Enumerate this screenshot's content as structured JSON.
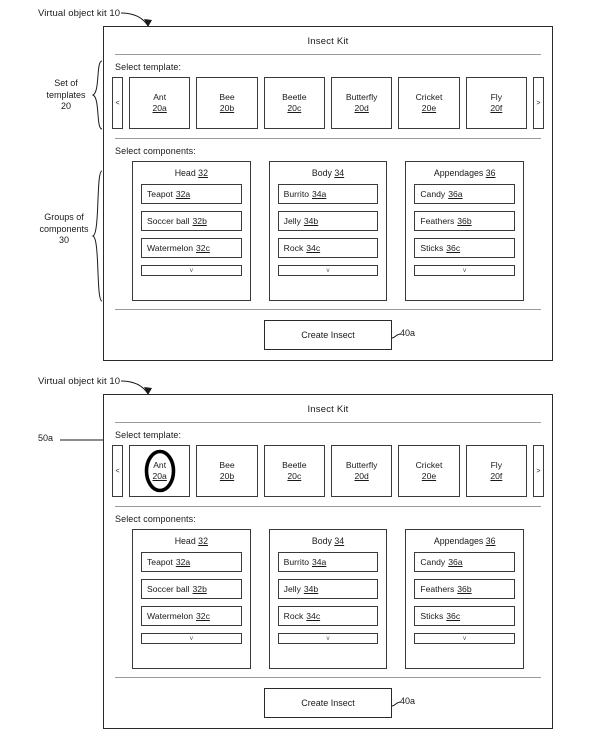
{
  "figures": [
    {
      "id": "figure-top",
      "kit_label": "Virtual object kit 10",
      "panel_title": "Insect Kit",
      "template_section_label": "Select template:",
      "components_section_label": "Select components:",
      "nav_prev_glyph": "<",
      "nav_next_glyph": ">",
      "templates": [
        {
          "name": "Ant",
          "ref": "20a"
        },
        {
          "name": "Bee",
          "ref": "20b"
        },
        {
          "name": "Beetle",
          "ref": "20c"
        },
        {
          "name": "Butterfly",
          "ref": "20d"
        },
        {
          "name": "Cricket",
          "ref": "20e"
        },
        {
          "name": "Fly",
          "ref": "20f"
        }
      ],
      "groups": [
        {
          "title": "Head",
          "ref": "32",
          "more_glyph": "v",
          "items": [
            {
              "name": "Teapot",
              "ref": "32a"
            },
            {
              "name": "Soccer ball",
              "ref": "32b"
            },
            {
              "name": "Watermelon",
              "ref": "32c"
            }
          ]
        },
        {
          "title": "Body",
          "ref": "34",
          "more_glyph": "v",
          "items": [
            {
              "name": "Burrito",
              "ref": "34a"
            },
            {
              "name": "Jelly",
              "ref": "34b"
            },
            {
              "name": "Rock",
              "ref": "34c"
            }
          ]
        },
        {
          "title": "Appendages",
          "ref": "36",
          "more_glyph": "v",
          "items": [
            {
              "name": "Candy",
              "ref": "36a"
            },
            {
              "name": "Feathers",
              "ref": "36b"
            },
            {
              "name": "Sticks",
              "ref": "36c"
            }
          ]
        }
      ],
      "create_button_label": "Create Insect",
      "create_button_ref": "40a",
      "brackets": [
        {
          "label": "Set of\ntemplates\n20",
          "name": "bracket-set-of-templates"
        },
        {
          "label": "Groups of\ncomponents\n30",
          "name": "bracket-groups-of-components"
        }
      ],
      "selection": null
    },
    {
      "id": "figure-bottom",
      "kit_label": "Virtual object kit 10",
      "panel_title": "Insect Kit",
      "template_section_label": "Select template:",
      "components_section_label": "Select components:",
      "nav_prev_glyph": "<",
      "nav_next_glyph": ">",
      "templates": [
        {
          "name": "Ant",
          "ref": "20a"
        },
        {
          "name": "Bee",
          "ref": "20b"
        },
        {
          "name": "Beetle",
          "ref": "20c"
        },
        {
          "name": "Butterfly",
          "ref": "20d"
        },
        {
          "name": "Cricket",
          "ref": "20e"
        },
        {
          "name": "Fly",
          "ref": "20f"
        }
      ],
      "groups": [
        {
          "title": "Head",
          "ref": "32",
          "more_glyph": "v",
          "items": [
            {
              "name": "Teapot",
              "ref": "32a"
            },
            {
              "name": "Soccer ball",
              "ref": "32b"
            },
            {
              "name": "Watermelon",
              "ref": "32c"
            }
          ]
        },
        {
          "title": "Body",
          "ref": "34",
          "more_glyph": "v",
          "items": [
            {
              "name": "Burrito",
              "ref": "34a"
            },
            {
              "name": "Jelly",
              "ref": "34b"
            },
            {
              "name": "Rock",
              "ref": "34c"
            }
          ]
        },
        {
          "title": "Appendages",
          "ref": "36",
          "more_glyph": "v",
          "items": [
            {
              "name": "Candy",
              "ref": "36a"
            },
            {
              "name": "Feathers",
              "ref": "36b"
            },
            {
              "name": "Sticks",
              "ref": "36c"
            }
          ]
        }
      ],
      "create_button_label": "Create Insect",
      "create_button_ref": "40a",
      "brackets": [],
      "selection": {
        "target_template_index": 0,
        "callout_ref": "50a"
      }
    }
  ],
  "colors": {
    "ink": "#1a1a1a",
    "box_stroke": "#3a3a3a",
    "rule": "#9a9a9a",
    "selection_ring": "#000000",
    "background": "#ffffff"
  }
}
